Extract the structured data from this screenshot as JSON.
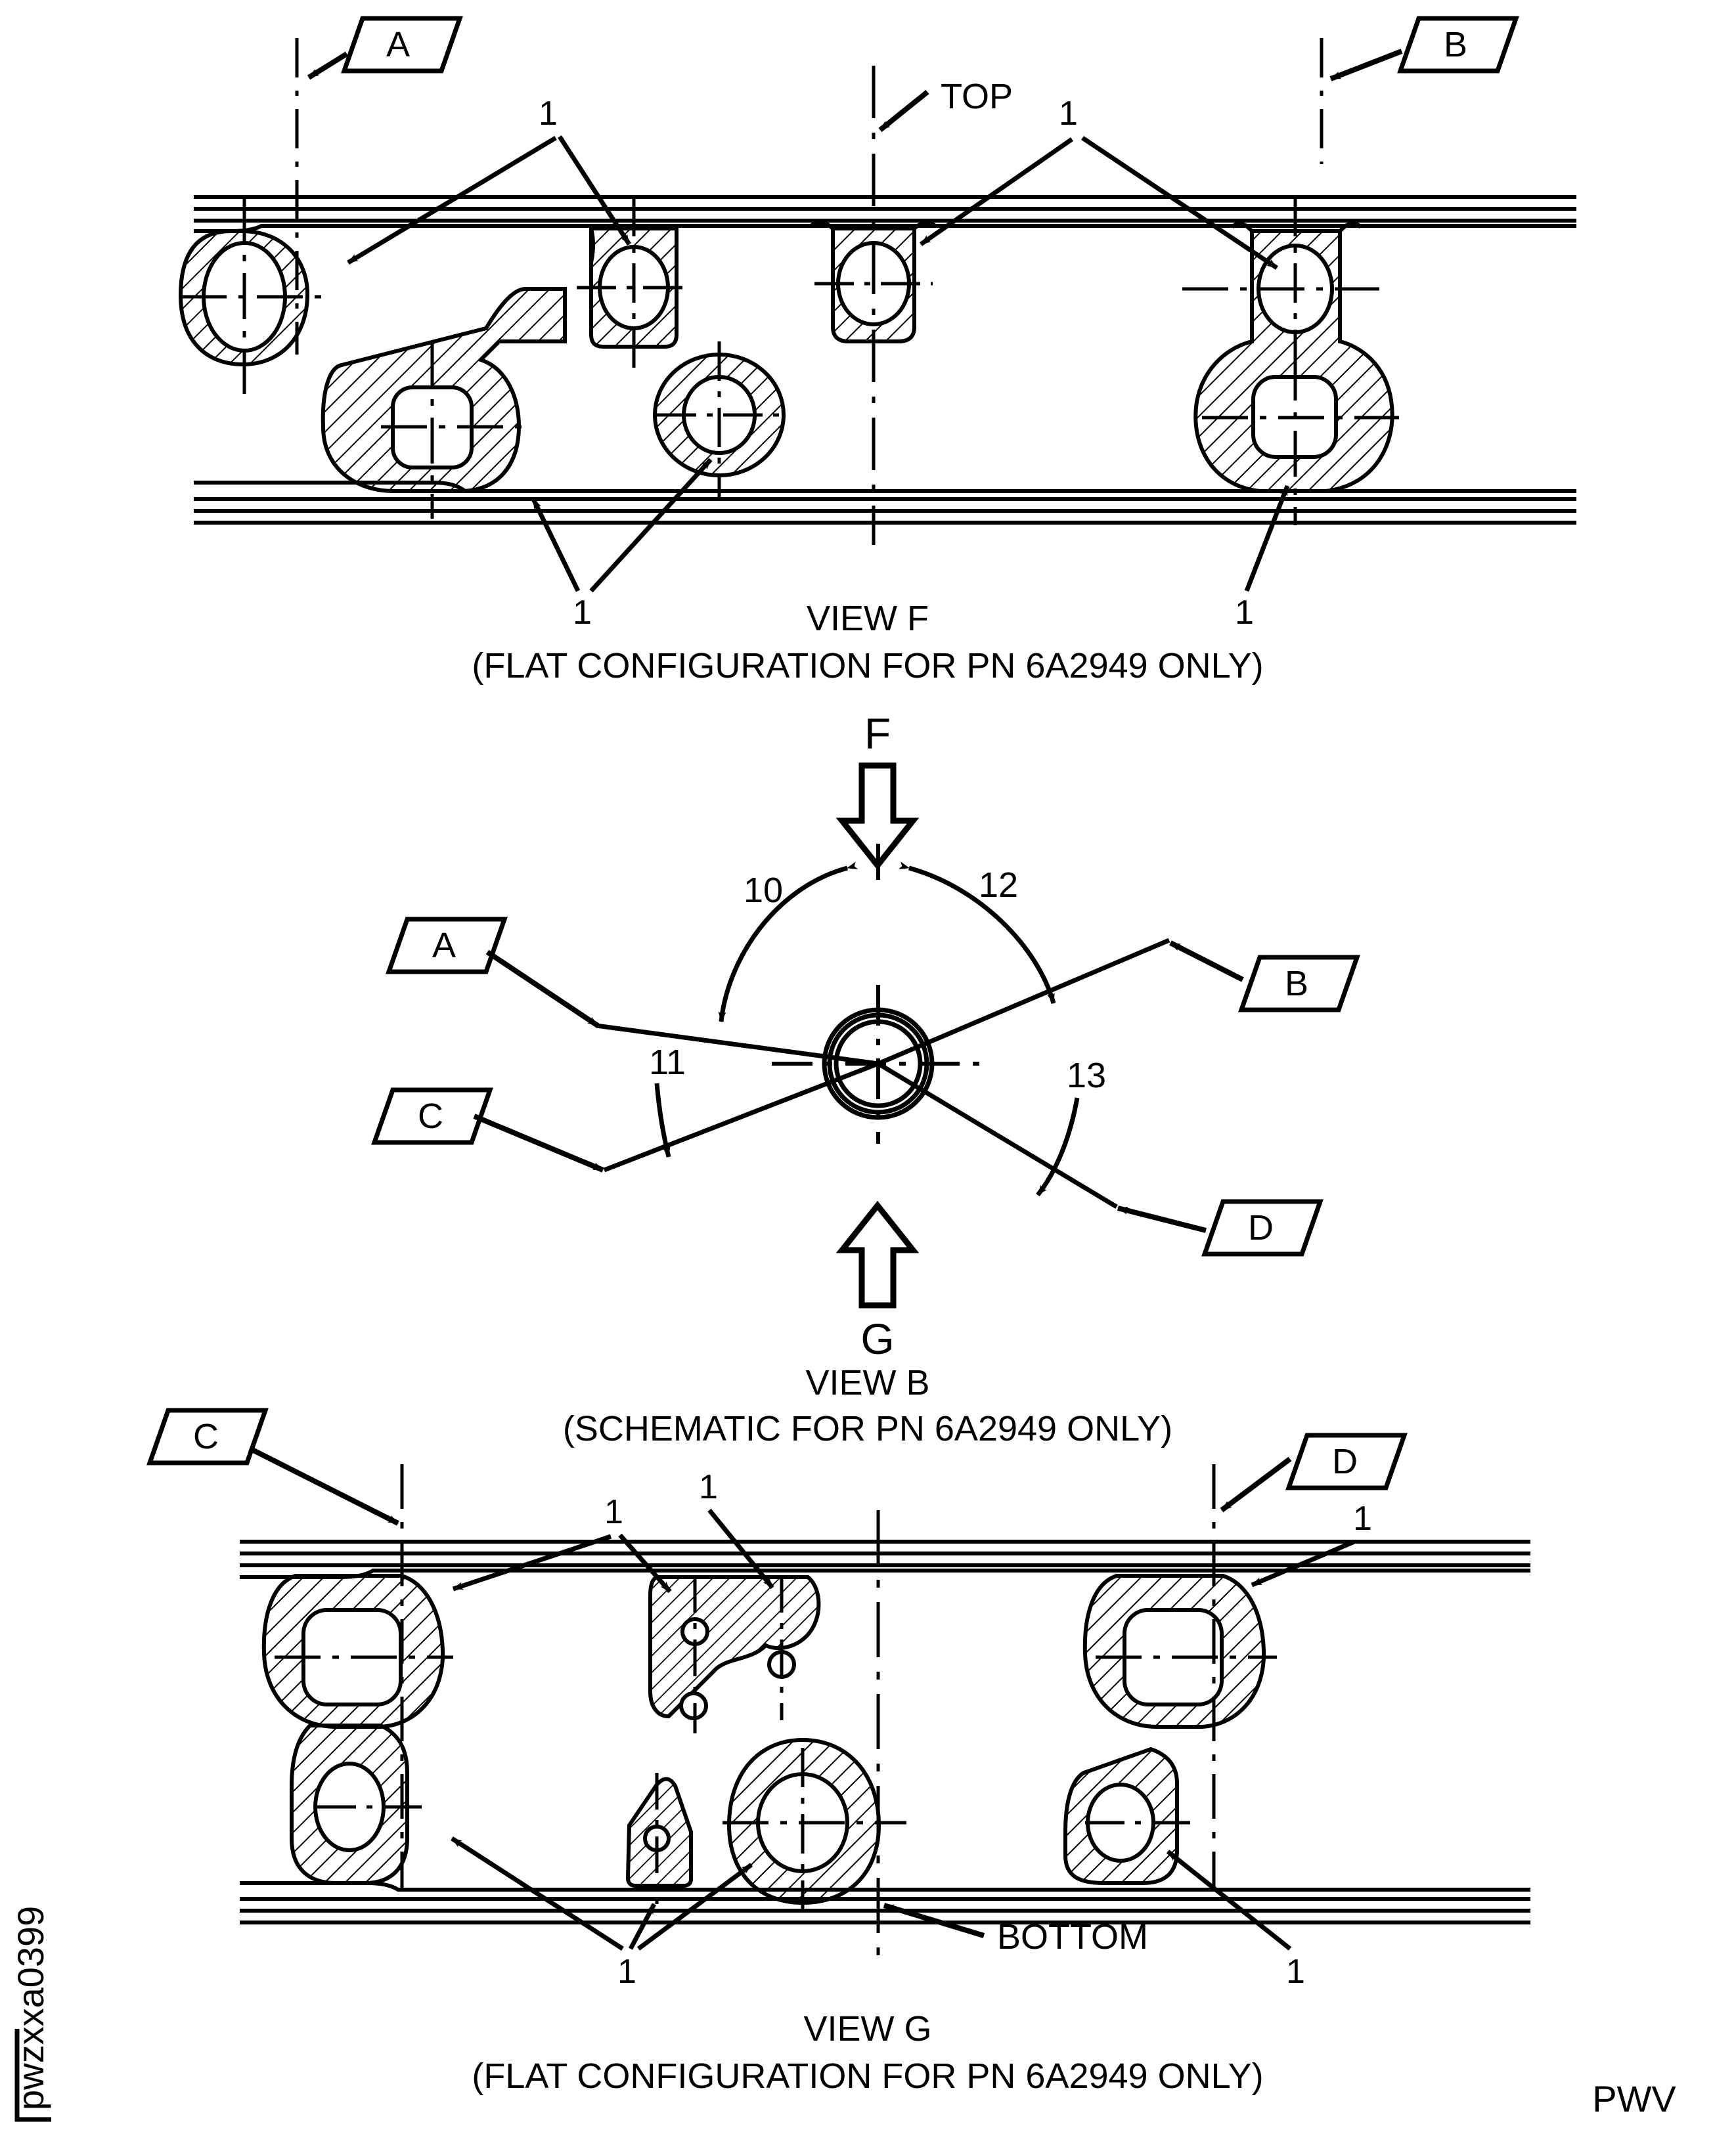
{
  "sheet": {
    "drawing_id": "pwzxxa0399",
    "sheet_code": "PWV",
    "background_color": "#ffffff",
    "line_color": "#000000"
  },
  "views": [
    {
      "id": "view-f",
      "title": "VIEW F",
      "subtitle": "(FLAT CONFIGURATION FOR PN 6A2949 ONLY)",
      "orientation_label": "TOP",
      "section_flags": [
        "A",
        "B"
      ],
      "item_balloons": [
        "1",
        "1",
        "1",
        "1"
      ]
    },
    {
      "id": "view-b",
      "title": "VIEW B",
      "subtitle": "(SCHEMATIC FOR PN 6A2949 ONLY)",
      "arrow_top_label": "F",
      "arrow_bottom_label": "G",
      "section_flags": [
        "A",
        "B",
        "C",
        "D"
      ],
      "dimension_callouts": [
        "10",
        "11",
        "12",
        "13"
      ]
    },
    {
      "id": "view-g",
      "title": "VIEW G",
      "subtitle": "(FLAT CONFIGURATION FOR PN 6A2949 ONLY)",
      "orientation_label": "BOTTOM",
      "section_flags": [
        "C",
        "D"
      ],
      "item_balloons": [
        "1",
        "1",
        "1",
        "1"
      ]
    }
  ],
  "labels": {
    "flag_a": "A",
    "flag_b": "B",
    "flag_c": "C",
    "flag_d": "D",
    "arrow_f": "F",
    "arrow_g": "G",
    "top": "TOP",
    "bottom": "BOTTOM",
    "item_one": "1",
    "dim_10": "10",
    "dim_11": "11",
    "dim_12": "12",
    "dim_13": "13",
    "view_f_title": "VIEW F",
    "view_f_sub": "(FLAT CONFIGURATION FOR PN 6A2949 ONLY)",
    "view_b_title": "VIEW B",
    "view_b_sub": "(SCHEMATIC FOR PN 6A2949 ONLY)",
    "view_g_title": "VIEW G",
    "view_g_sub": "(FLAT CONFIGURATION FOR PN 6A2949 ONLY)",
    "drawing_id": "pwzxxa0399",
    "sheet_code": "PWV"
  }
}
